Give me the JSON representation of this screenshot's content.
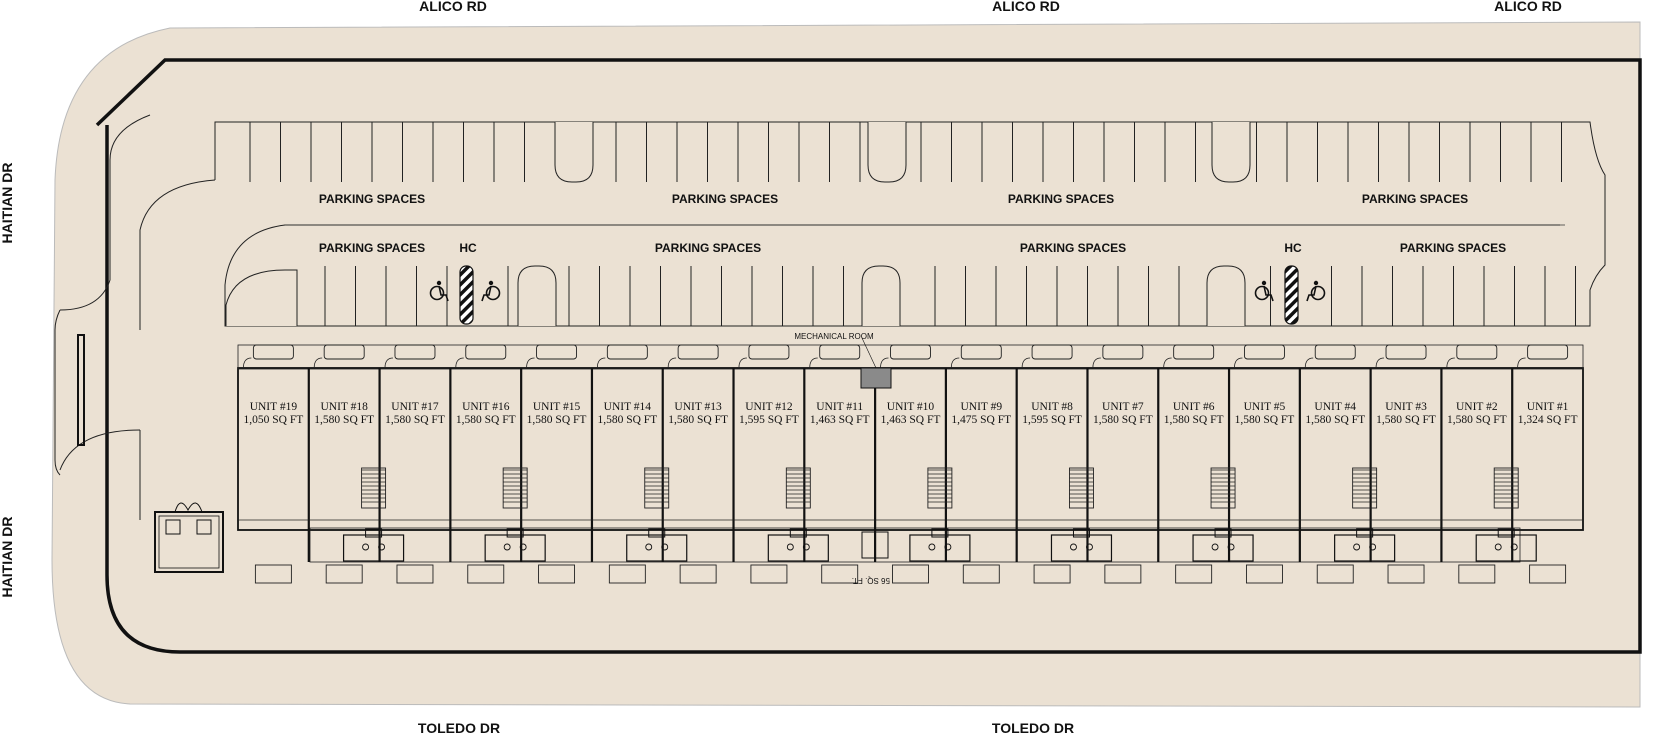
{
  "roads": {
    "north_1": "ALICO RD",
    "north_2": "ALICO RD",
    "north_3": "ALICO RD",
    "west_1": "HAITIAN DR",
    "west_2": "HAITIAN DR",
    "south_1": "TOLEDO DR",
    "south_2": "TOLEDO DR"
  },
  "parking": {
    "row1": [
      "PARKING SPACES",
      "PARKING SPACES",
      "PARKING SPACES",
      "PARKING SPACES"
    ],
    "row2": [
      "PARKING SPACES",
      "PARKING SPACES",
      "PARKING SPACES",
      "PARKING SPACES"
    ],
    "hc_1": "HC",
    "hc_2": "HC"
  },
  "mechanical_room": "MECHANICAL ROOM",
  "storage_area": "56 SQ. FT.",
  "units": [
    {
      "name": "UNIT #19",
      "area": "1,050 SQ FT"
    },
    {
      "name": "UNIT #18",
      "area": "1,580 SQ FT"
    },
    {
      "name": "UNIT #17",
      "area": "1,580 SQ FT"
    },
    {
      "name": "UNIT #16",
      "area": "1,580 SQ FT"
    },
    {
      "name": "UNIT #15",
      "area": "1,580 SQ FT"
    },
    {
      "name": "UNIT #14",
      "area": "1,580 SQ FT"
    },
    {
      "name": "UNIT #13",
      "area": "1,580 SQ FT"
    },
    {
      "name": "UNIT #12",
      "area": "1,595 SQ FT"
    },
    {
      "name": "UNIT #11",
      "area": "1,463 SQ FT"
    },
    {
      "name": "UNIT #10",
      "area": "1,463 SQ FT"
    },
    {
      "name": "UNIT #9",
      "area": "1,475 SQ FT"
    },
    {
      "name": "UNIT #8",
      "area": "1,595 SQ FT"
    },
    {
      "name": "UNIT #7",
      "area": "1,580 SQ FT"
    },
    {
      "name": "UNIT #6",
      "area": "1,580 SQ FT"
    },
    {
      "name": "UNIT #5",
      "area": "1,580 SQ FT"
    },
    {
      "name": "UNIT #4",
      "area": "1,580 SQ FT"
    },
    {
      "name": "UNIT #3",
      "area": "1,580 SQ FT"
    },
    {
      "name": "UNIT #2",
      "area": "1,580 SQ FT"
    },
    {
      "name": "UNIT #1",
      "area": "1,324 SQ FT"
    }
  ],
  "colors": {
    "lot": "#ebe1d3",
    "outline": "#111111",
    "background": "#ffffff"
  }
}
